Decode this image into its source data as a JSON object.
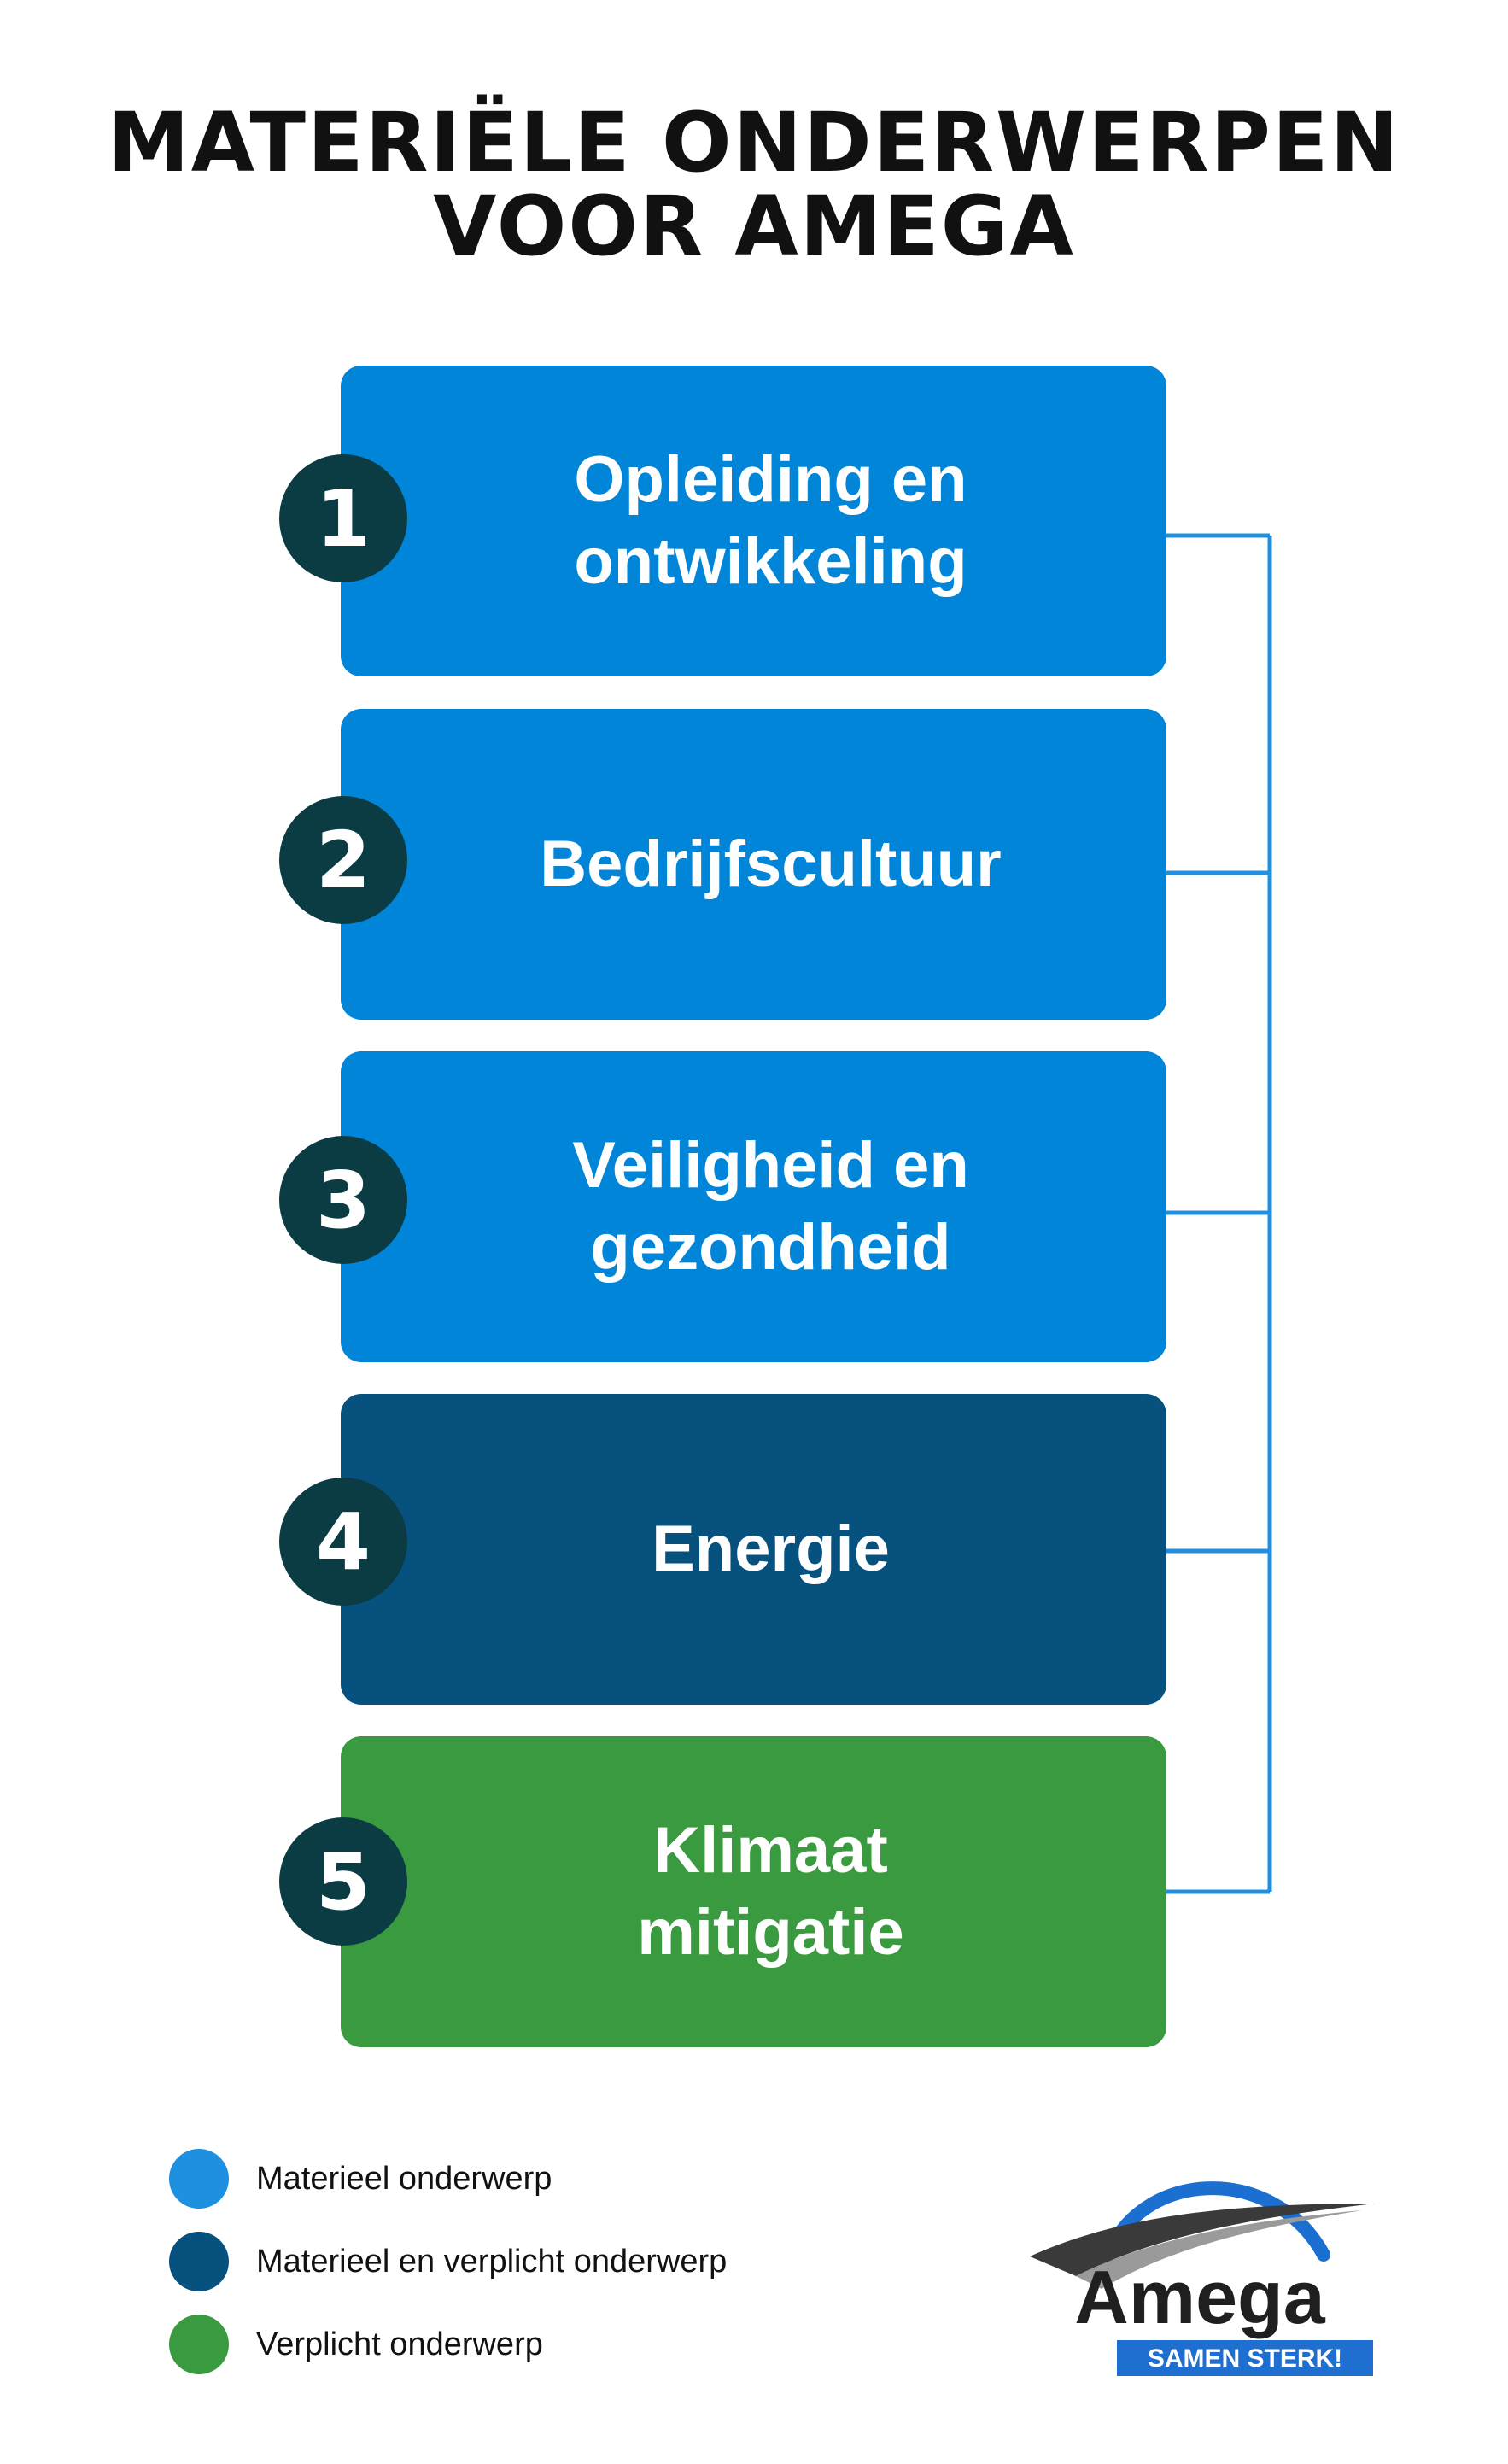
{
  "title": {
    "line1": "MATERIËLE ONDERWERPEN",
    "line2": "VOOR AMEGA"
  },
  "topics": [
    {
      "number": "1",
      "line1": "Opleiding en",
      "line2": "ontwikkeling",
      "color": "#0085d8"
    },
    {
      "number": "2",
      "line1": "Bedrijfscultuur",
      "line2": "",
      "color": "#0085d8"
    },
    {
      "number": "3",
      "line1": "Veiligheid en",
      "line2": "gezondheid",
      "color": "#0085d8"
    },
    {
      "number": "4",
      "line1": "Energie",
      "line2": "",
      "color": "#07517e"
    },
    {
      "number": "5",
      "line1": "Klimaat",
      "line2": "mitigatie",
      "color": "#3a9a3f"
    }
  ],
  "legend": [
    {
      "label": "Materieel onderwerp",
      "color": "#1f8fdf"
    },
    {
      "label": "Materieel en verplicht onderwerp",
      "color": "#07517e"
    },
    {
      "label": "Verplicht onderwerp",
      "color": "#3a9a3f"
    }
  ],
  "logo": {
    "name": "Amega",
    "tagline": "SAMEN STERK!",
    "arc_color": "#1b6fd1",
    "tagline_bg": "#1f6fd0"
  },
  "colors": {
    "badge": "#0b3c44",
    "connector": "#1f8fdf"
  }
}
